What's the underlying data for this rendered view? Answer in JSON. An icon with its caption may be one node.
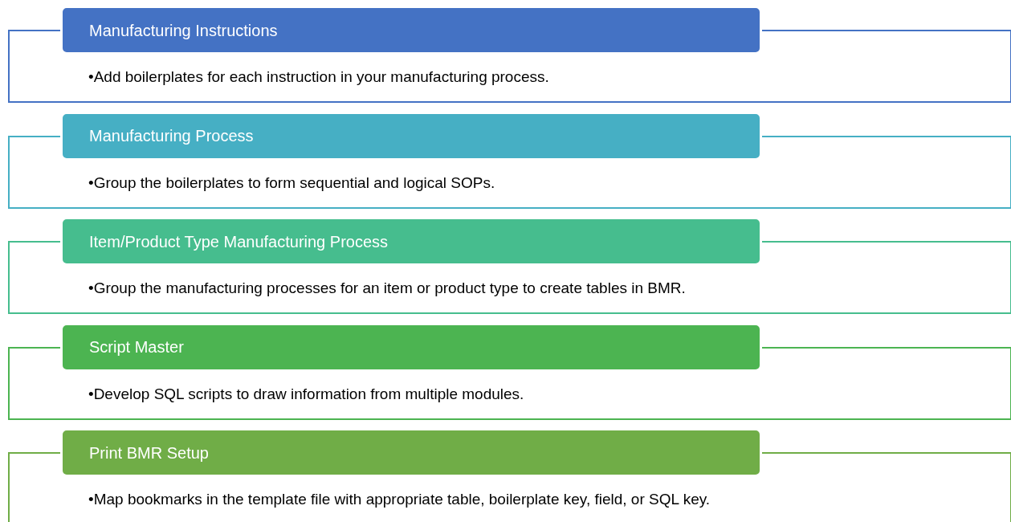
{
  "diagram": {
    "nodes": [
      {
        "text": [
          "Manufacturing Instructions",
          "•Add boilerplates for each instruction in your manufacturing process."
        ]
      },
      {
        "text": [
          "Manufacturing Process",
          "•Group the boilerplates to form sequential and logical SOPs."
        ]
      },
      {
        "text": [
          "Item/Product Type Manufacturing Process",
          "•Group the manufacturing processes for an item or product type to create tables in BMR."
        ]
      },
      {
        "text": [
          "Script Master",
          "•Develop SQL scripts to draw information from multiple modules."
        ]
      },
      {
        "text": [
          "Print BMR Setup",
          "•Map bookmarks in the template file with appropriate table, boilerplate key, field, or SQL key."
        ]
      }
    ]
  }
}
